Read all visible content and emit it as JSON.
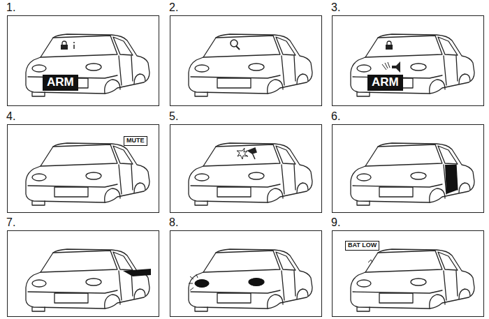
{
  "diagram": {
    "nodes": [
      {
        "text": [
          "1."
        ]
      },
      {
        "text": [
          "ARM"
        ],
        "in": 0
      },
      {
        "text": [
          "2."
        ]
      },
      {
        "text": [
          "3."
        ]
      },
      {
        "text": [
          "ARM"
        ],
        "in": 3
      },
      {
        "text": [
          "4."
        ]
      },
      {
        "text": [
          "MUTE"
        ],
        "in": 5
      },
      {
        "text": [
          "5."
        ]
      },
      {
        "text": [
          "6."
        ]
      },
      {
        "text": [
          "7."
        ]
      },
      {
        "text": [
          "8."
        ]
      },
      {
        "text": [
          "9."
        ]
      },
      {
        "text": [
          "BAT LOW"
        ],
        "in": 11
      }
    ]
  }
}
